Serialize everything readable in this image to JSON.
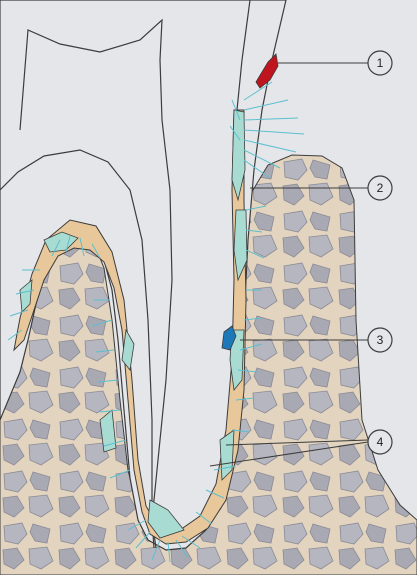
{
  "colors": {
    "background": "#e5e6ea",
    "bone": "#e2d4bf",
    "marrow": "#b6b6c0",
    "cementum": "#e8c79a",
    "ligament": "#a8dcd2",
    "fibers": "#5cbfcf",
    "calculus": "#c0141e",
    "deposit": "#1c78b8",
    "outline": "#3c3c3c"
  },
  "icons": [
    "tooth-crown",
    "tooth-root",
    "alveolar-bone"
  ],
  "callouts": [
    {
      "label": "1"
    },
    {
      "label": "2"
    },
    {
      "label": "3"
    },
    {
      "label": "4"
    }
  ]
}
